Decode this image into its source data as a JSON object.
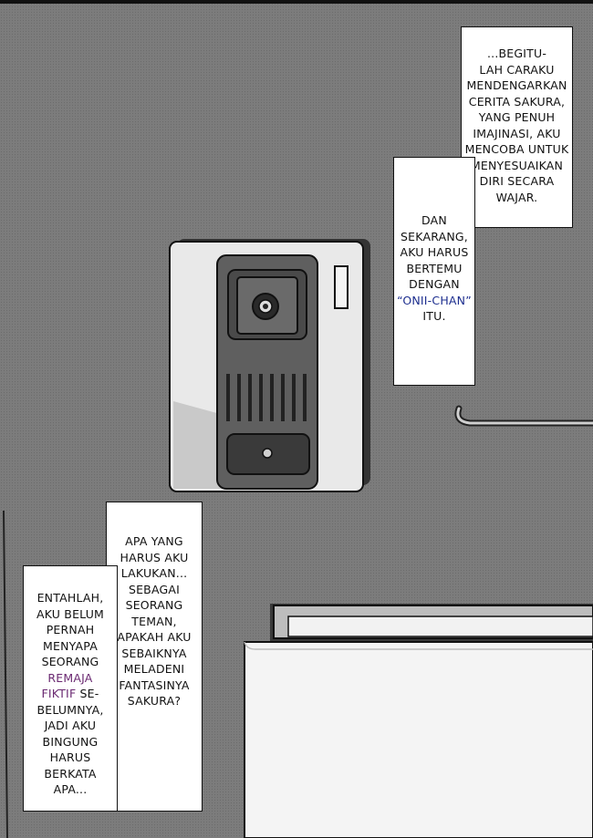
{
  "captions": [
    {
      "id": "cap-1",
      "lines": [
        "...BEGITU-",
        "LAH CARAKU",
        "MENDENGARKAN",
        "CERITA SAKURA,",
        "YANG PENUH",
        "IMAJINASI, AKU",
        "MENCOBA UNTUK",
        "MENYESUAIKAN",
        "DIRI SECARA",
        "WAJAR."
      ]
    },
    {
      "id": "cap-2",
      "lines": [
        "DAN",
        "SEKARANG,",
        "AKU HARUS",
        "BERTEMU",
        "DENGAN",
        "“ONII-CHAN”",
        "ITU."
      ]
    },
    {
      "id": "cap-3",
      "lines": [
        "APA YANG",
        "HARUS AKU",
        "LAKUKAN...",
        "SEBAGAI",
        "SEORANG",
        "TEMAN,",
        "APAKAH AKU",
        "SEBAIKNYA",
        "MELADENI",
        "FANTASINYA",
        "SAKURA?"
      ]
    },
    {
      "id": "cap-4",
      "lines": [
        "ENTAHLAH,",
        "AKU BELUM",
        "PERNAH",
        "MENYAPA",
        "SEORANG",
        "REMAJA",
        "FIKTIF",
        "SE-",
        "BELUMNYA,",
        "JADI AKU",
        "BINGUNG",
        "HARUS",
        "BERKATA",
        "APA..."
      ]
    }
  ],
  "colors": {
    "highlight_blue": "#1e2f8f",
    "highlight_purple": "#6b2a72",
    "wall": "#7a7a7a"
  }
}
